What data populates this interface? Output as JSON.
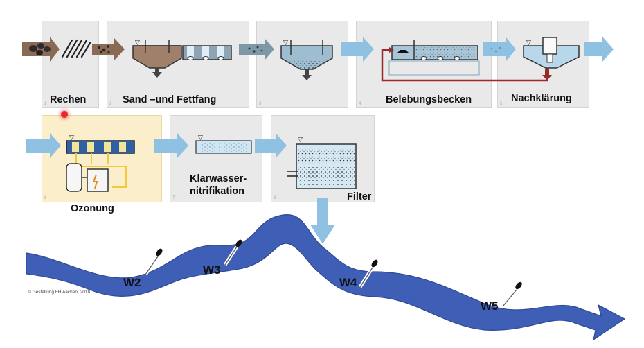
{
  "stages": {
    "rechen": {
      "label": "Rechen",
      "num": "1"
    },
    "sandfang": {
      "label": "Sand –und Fettfang",
      "num": "2"
    },
    "vorklaerung": {
      "num": "3"
    },
    "belebung": {
      "label": "Belebungsbecken",
      "num": "4"
    },
    "nachklaerung": {
      "label": "Nachklärung",
      "num": "5"
    },
    "ozonung": {
      "label": "Ozonung",
      "num": "6"
    },
    "nitrifikation": {
      "label_line1": "Klarwasser-",
      "label_line2": "nitrifikation",
      "num": "7"
    },
    "filter": {
      "label": "Filter",
      "num": "8"
    }
  },
  "measuring_points": {
    "w2": "W2",
    "w3": "W3",
    "w4": "W4",
    "w5": "W5"
  },
  "copyright": "© Gestaltung FH Aachen, 2018",
  "colors": {
    "river": "#3e5fb5",
    "arrow_dark": "#8a6a55",
    "arrow_blue": "#8fc1e2",
    "water": "#b9d7ea",
    "sludge": "#a0806a",
    "highlight": "#fbeecb",
    "cursor": "#e8262c"
  }
}
